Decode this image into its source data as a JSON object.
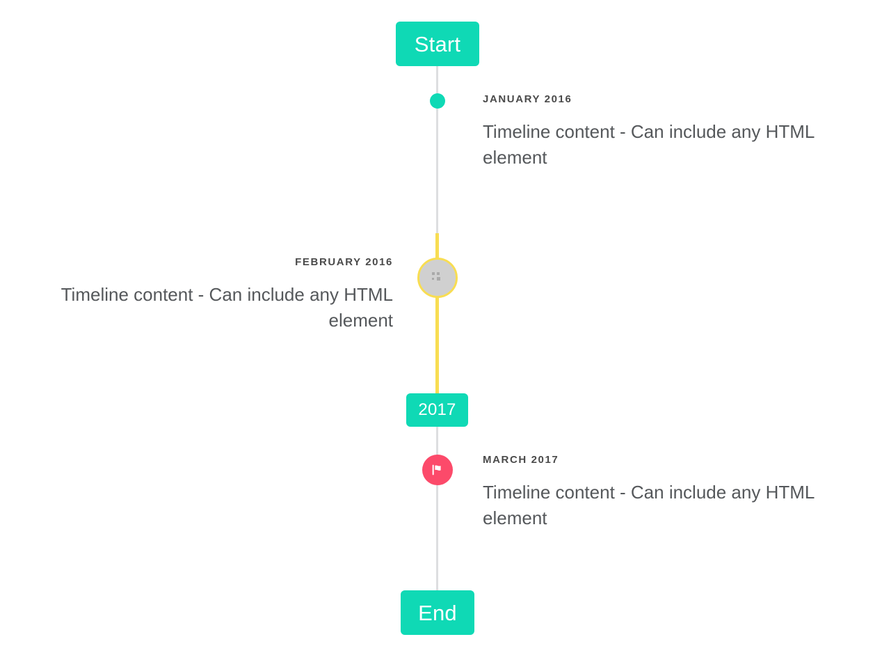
{
  "timeline": {
    "start_cap": {
      "label": "Start",
      "color": "#0fd9b5"
    },
    "year_cap": {
      "label": "2017",
      "color": "#0fd9b5"
    },
    "end_cap": {
      "label": "End",
      "color": "#0fd9b5"
    },
    "line_colors": {
      "default": "#dddee0",
      "highlight": "#f8dd52"
    },
    "events": [
      {
        "date": "January 2016",
        "body": "Timeline content - Can include any HTML element",
        "side": "right",
        "marker": {
          "icon": "dot-icon",
          "color": "#0fd9b5"
        }
      },
      {
        "date": "February 2016",
        "body": "Timeline content - Can include any HTML element",
        "side": "left",
        "marker": {
          "icon": "broken-image-icon",
          "color": "#d0d0d0",
          "ring_color": "#f8dd52"
        }
      },
      {
        "date": "March 2017",
        "body": "Timeline content - Can include any HTML element",
        "side": "right",
        "marker": {
          "icon": "flag-icon",
          "color": "#fc4a6a"
        }
      }
    ]
  }
}
